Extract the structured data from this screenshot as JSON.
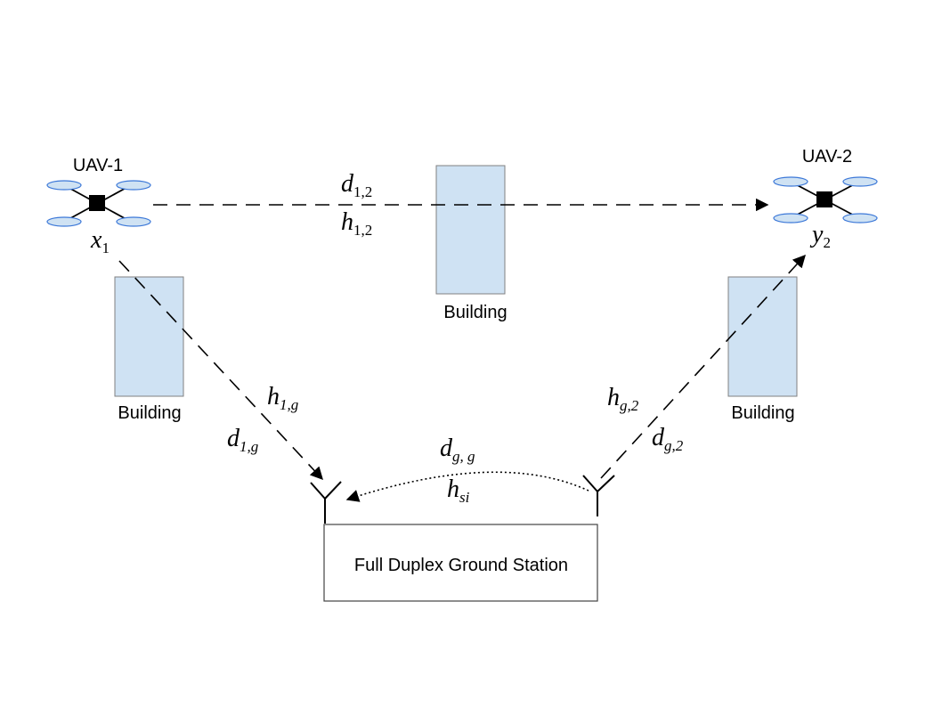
{
  "uav1": {
    "label": "UAV-1",
    "node_symbol": "x",
    "node_sub": "1"
  },
  "uav2": {
    "label": "UAV-2",
    "node_symbol": "y",
    "node_sub": "2"
  },
  "buildings": {
    "left": "Building",
    "center": "Building",
    "right": "Building"
  },
  "ground_station": {
    "label": "Full Duplex Ground Station"
  },
  "links": {
    "uav_to_uav": {
      "d": "d",
      "d_sub": "1,2",
      "h": "h",
      "h_sub": "1,2"
    },
    "uav1_to_ground": {
      "d": "d",
      "d_sub": "1,g",
      "h": "h",
      "h_sub": "1,g"
    },
    "ground_to_uav2": {
      "d": "d",
      "d_sub": "g,2",
      "h": "h",
      "h_sub": "g,2"
    },
    "self_interference": {
      "d": "d",
      "d_sub": "g, g",
      "h": "h",
      "h_sub": "si"
    }
  }
}
